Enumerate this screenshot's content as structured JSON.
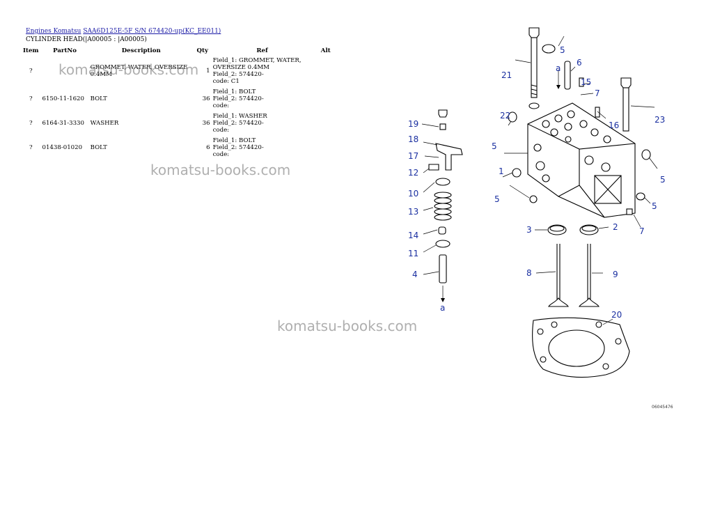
{
  "breadcrumb": {
    "link1": "Engines Komatsu",
    "link2": "SAA6D125E-5F S/N 674420-up(KC_EE011)"
  },
  "subtitle": "CYLINDER HEAD(|A00005 : |A00005)",
  "table": {
    "headers": {
      "item": "Item",
      "partno": "PartNo",
      "description": "Description",
      "qty": "Qty",
      "ref": "Ref",
      "alt": "Alt"
    },
    "rows": [
      {
        "item": "?",
        "partno": "",
        "description": "GROMMET, WATER, OVERSIZE 0.4MM",
        "qty": "1",
        "ref_lines": [
          "Field_1: GROMMET, WATER,",
          "OVERSIZE 0.4MM",
          "Field_2: 574420-",
          "code: C1"
        ]
      },
      {
        "item": "?",
        "partno": "6150-11-1620",
        "description": "BOLT",
        "qty": "36",
        "ref_lines": [
          "Field_1: BOLT",
          "Field_2: 574420-",
          "code:"
        ]
      },
      {
        "item": "?",
        "partno": "6164-31-3330",
        "description": "WASHER",
        "qty": "36",
        "ref_lines": [
          "Field_1: WASHER",
          "Field_2: 574420-",
          "code:"
        ]
      },
      {
        "item": "?",
        "partno": "01438-01020",
        "description": "BOLT",
        "qty": "6",
        "ref_lines": [
          "Field_1: BOLT",
          "Field_2: 574420-",
          "code:"
        ]
      }
    ]
  },
  "watermark": "komatsu-books.com",
  "diagram": {
    "code": "06045476",
    "callouts": {
      "c1": "1",
      "c2": "2",
      "c3": "3",
      "c4": "4",
      "c5": "5",
      "c6": "6",
      "c7": "7",
      "c8": "8",
      "c9": "9",
      "c10": "10",
      "c11": "11",
      "c12": "12",
      "c13": "13",
      "c14": "14",
      "c15": "15",
      "c16": "16",
      "c17": "17",
      "c18": "18",
      "c19": "19",
      "c20": "20",
      "c21": "21",
      "c22": "22",
      "c23": "23",
      "a": "a"
    }
  }
}
